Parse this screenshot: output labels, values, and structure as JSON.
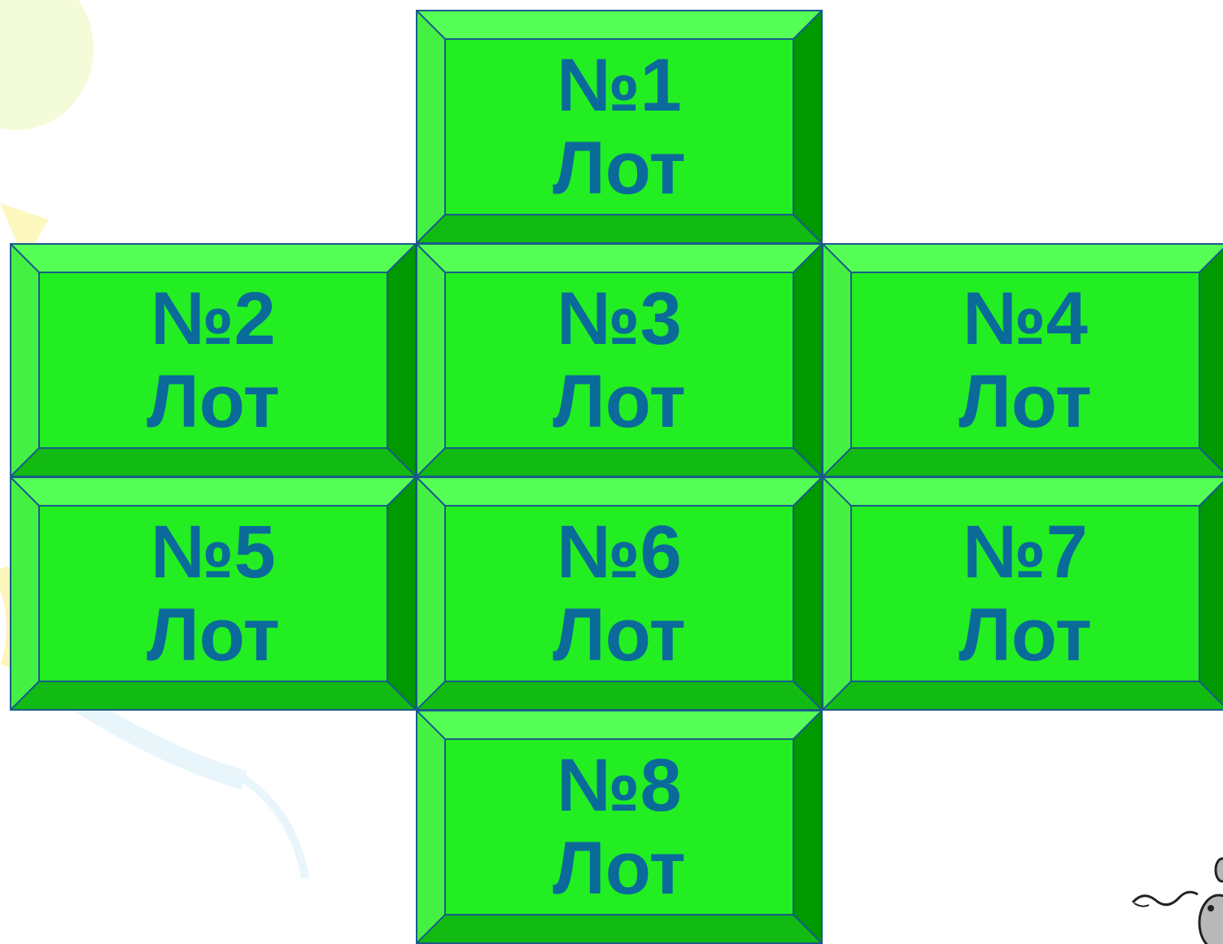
{
  "board": {
    "tiles": [
      {
        "number": "№1",
        "label": "Лот"
      },
      {
        "number": "№2",
        "label": "Лот"
      },
      {
        "number": "№3",
        "label": "Лот"
      },
      {
        "number": "№4",
        "label": "Лот"
      },
      {
        "number": "№5",
        "label": "Лот"
      },
      {
        "number": "№6",
        "label": "Лот"
      },
      {
        "number": "№7",
        "label": "Лот"
      },
      {
        "number": "№8",
        "label": "Лот"
      }
    ]
  },
  "colors": {
    "tile_face": "#22ee22",
    "tile_top_bevel": "#55ff55",
    "tile_bottom_bevel": "#11bb11",
    "tile_right_bevel": "#009900",
    "tile_border": "#1a5a8a",
    "text": "#0a6a9a"
  },
  "icons": {
    "background_decoration": "swirl-decoration-icon",
    "corner_character": "mouse-icon"
  }
}
